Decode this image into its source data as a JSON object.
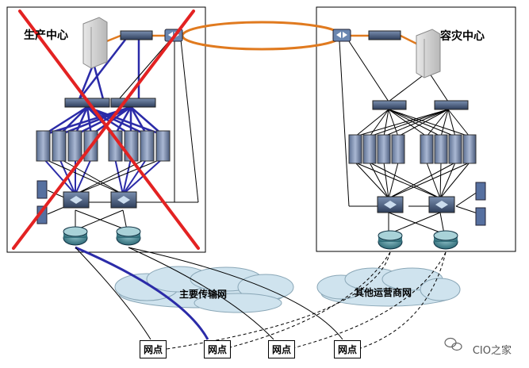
{
  "sites": {
    "primary": "生产中心",
    "backup": "容灾中心"
  },
  "networks": {
    "main": "主要传输网",
    "other": "其他运营商网"
  },
  "nodes": [
    "网点",
    "网点",
    "网点",
    "网点"
  ],
  "watermark": "CIO之家",
  "colors": {
    "cross": "#e32222",
    "blue_link": "#2b2ba8",
    "orange_link": "#e07a1f",
    "cloud": "#cfe3ee"
  },
  "icons": [
    "server-rack-icon",
    "switch-icon",
    "router-icon",
    "storage-icon",
    "cloud-icon",
    "wechat-icon"
  ]
}
